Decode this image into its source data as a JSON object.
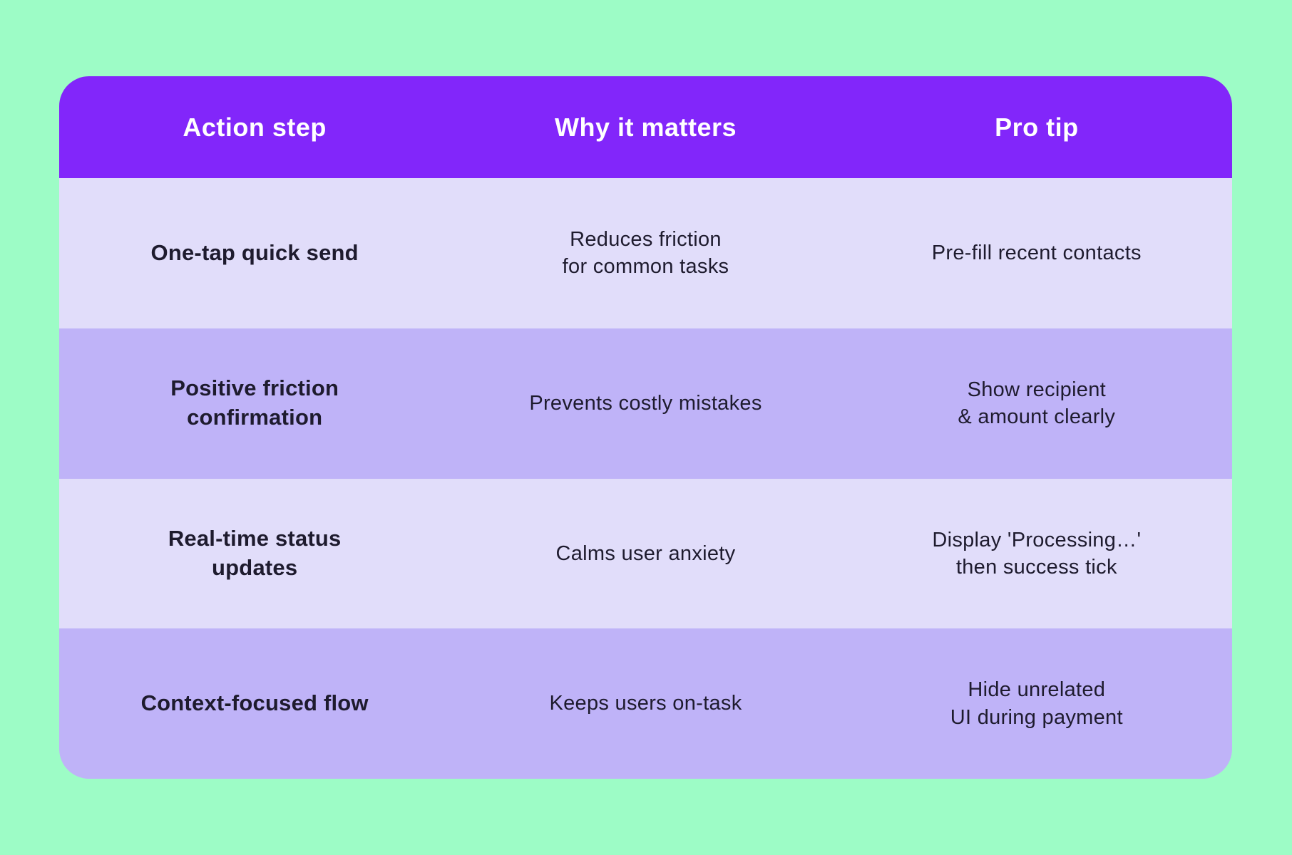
{
  "chart_data": {
    "type": "table",
    "title": "",
    "columns": [
      "Action step",
      "Why it matters",
      "Pro tip"
    ],
    "rows": [
      [
        "One-tap quick send",
        "Reduces friction\nfor common tasks",
        "Pre-fill recent contacts"
      ],
      [
        "Positive friction\nconfirmation",
        "Prevents costly mistakes",
        "Show recipient\n& amount clearly"
      ],
      [
        "Real-time status\nupdates",
        "Calms user anxiety",
        "Display 'Processing…'\nthen success tick"
      ],
      [
        "Context-focused flow",
        "Keeps users on-task",
        "Hide unrelated\nUI during payment"
      ]
    ],
    "layout_hints": {
      "header_position": "top",
      "row_striping": [
        "light",
        "dark",
        "light",
        "dark"
      ],
      "text_alignment": "center"
    }
  },
  "colors": {
    "page_background": "#9DFCC6",
    "header_background": "#8226FA",
    "header_text": "#FFFFFF",
    "row_light": "#E1DDFA",
    "row_dark": "#BFB3F8",
    "cell_text": "#1E1B2E"
  }
}
